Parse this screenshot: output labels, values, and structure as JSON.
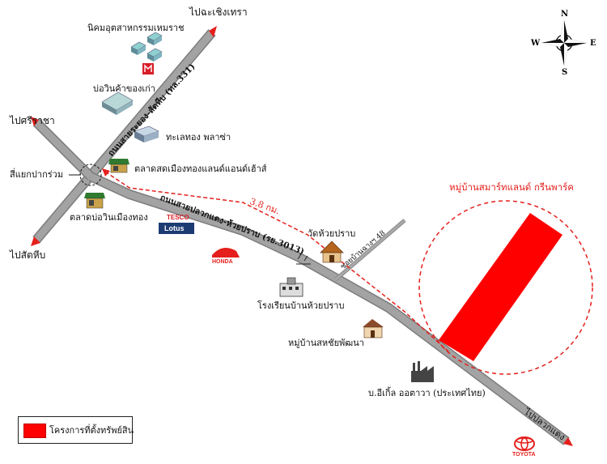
{
  "colors": {
    "road": "#9a9a9a",
    "road_edge": "#7c7c7c",
    "route": "#e5201c",
    "project": "#ff0000",
    "label": "#111111"
  },
  "directions": {
    "to_chachoengsao": "ไปฉะเชิงเทรา",
    "to_sriracha": "ไปศรีราชา",
    "to_sattahip": "ไปสัตหีบ",
    "to_pluak_daeng": "ไปปลวกแดง"
  },
  "roads": {
    "highway_331": "ถนนสายระยอง-สัตหีบ (ทล.331)",
    "highway_3013": "ถนนสายปลวกแดง-ห้วยปราบ (รย.3013)",
    "soi_48": "ซอยบ้านฉางฯ 48"
  },
  "junction": "สี่แยกปากร่วม",
  "distance": "3.8 กม.",
  "project_name": "หมู่บ้านสมาร์ทแลนด์ กรีนพาร์ค",
  "landmarks": {
    "industrial_estate": "นิคมอุตสาหกรรมเหมราช",
    "bowin_old": "บ่อวินค้าของเก่า",
    "thaethong_plaza": "ทะเลทอง พลาซ่า",
    "market_muangthong": "ตลาดสดเมืองทองแลนด์แอนด์เฮ้าส์",
    "market_bowin": "ตลาดบ่อวินเมืองทอง",
    "wat_huai_prap": "วัดห้วยปราบ",
    "school": "โรงเรียนบ้านห้วยปราบ",
    "village_sahachai": "หมู่บ้านสหชัยพัฒนา",
    "eagle_company": "บ.อีเกิ้ล ออตาวา (ประเทศไทย)"
  },
  "logos": {
    "tesco_top": "TESCO",
    "tesco_bottom": "Lotus",
    "honda": "HONDA",
    "toyota": "TOYOTA"
  },
  "compass": {
    "n": "N",
    "s": "S",
    "e": "E",
    "w": "W"
  },
  "legend": {
    "label": "โครงการที่ตั้งทรัพย์สิน"
  }
}
